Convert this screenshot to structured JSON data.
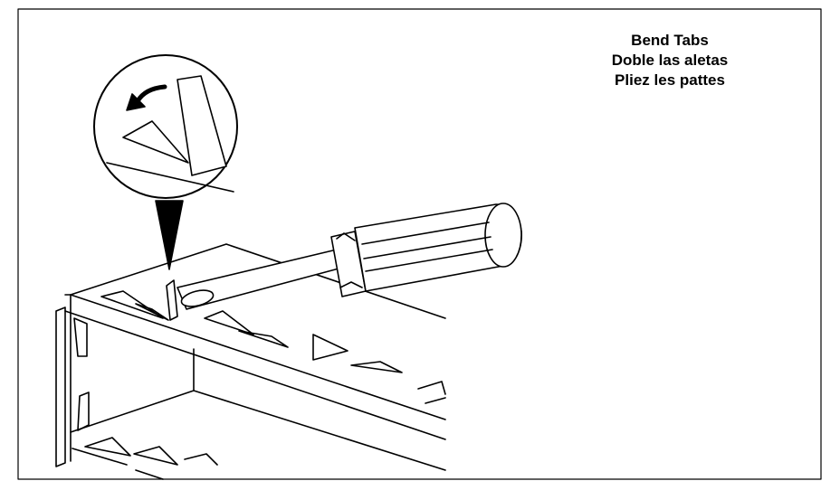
{
  "caption": {
    "english": "Bend Tabs",
    "spanish": "Doble las aletas",
    "french": "Pliez les pattes"
  },
  "illustration": {
    "tool": "screwdriver-icon",
    "detail": "magnified-tab-callout",
    "object": "sheet-metal-enclosure"
  }
}
